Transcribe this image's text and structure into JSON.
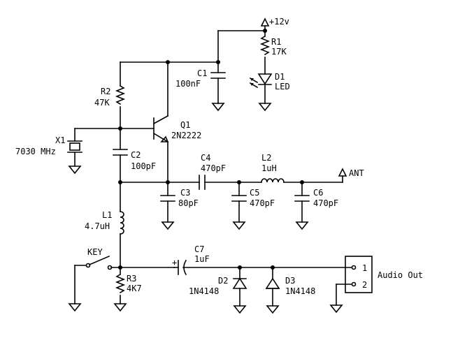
{
  "labels": {
    "supply": "+12v",
    "r1_ref": "R1",
    "r1_val": "17K",
    "d1_ref": "D1",
    "d1_val": "LED",
    "c1_ref": "C1",
    "c1_val": "100nF",
    "r2_ref": "R2",
    "r2_val": "47K",
    "q1_ref": "Q1",
    "q1_val": "2N2222",
    "x1_ref": "X1",
    "x1_val": "7030 MHz",
    "c2_ref": "C2",
    "c2_val": "100pF",
    "c4_ref": "C4",
    "c4_val": "470pF",
    "l2_ref": "L2",
    "l2_val": "1uH",
    "ant": "ANT",
    "c3_ref": "C3",
    "c3_val": "80pF",
    "c5_ref": "C5",
    "c5_val": "470pF",
    "c6_ref": "C6",
    "c6_val": "470pF",
    "l1_ref": "L1",
    "l1_val": "4.7uH",
    "key": "KEY",
    "c7_ref": "C7",
    "c7_val": "1uF",
    "c7_plus": "+",
    "r3_ref": "R3",
    "r3_val": "4K7",
    "d2_ref": "D2",
    "d2_val": "1N4148",
    "d3_ref": "D3",
    "d3_val": "1N4148",
    "pin1": "1",
    "pin2": "2",
    "audio_out": "Audio Out"
  }
}
